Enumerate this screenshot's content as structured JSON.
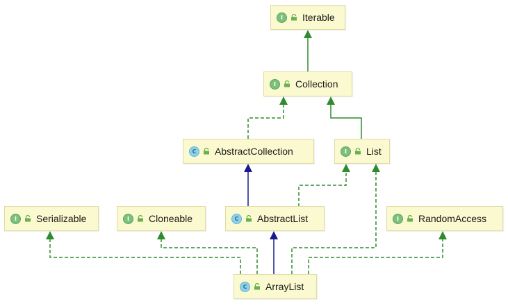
{
  "diagram": {
    "nodes": [
      {
        "id": "iterable",
        "label": "Iterable",
        "kind": "I",
        "kind_icon": "interface-icon"
      },
      {
        "id": "collection",
        "label": "Collection",
        "kind": "I",
        "kind_icon": "interface-icon"
      },
      {
        "id": "abstractcollection",
        "label": "AbstractCollection",
        "kind": "C",
        "kind_icon": "class-icon"
      },
      {
        "id": "list",
        "label": "List",
        "kind": "I",
        "kind_icon": "interface-icon"
      },
      {
        "id": "serializable",
        "label": "Serializable",
        "kind": "I",
        "kind_icon": "interface-icon"
      },
      {
        "id": "cloneable",
        "label": "Cloneable",
        "kind": "I",
        "kind_icon": "interface-icon"
      },
      {
        "id": "abstractlist",
        "label": "AbstractList",
        "kind": "C",
        "kind_icon": "class-icon"
      },
      {
        "id": "randomaccess",
        "label": "RandomAccess",
        "kind": "I",
        "kind_icon": "interface-icon"
      },
      {
        "id": "arraylist",
        "label": "ArrayList",
        "kind": "C",
        "kind_icon": "class-icon"
      }
    ],
    "edges": [
      {
        "from": "collection",
        "to": "iterable",
        "type": "extends-interface"
      },
      {
        "from": "abstractcollection",
        "to": "collection",
        "type": "implements"
      },
      {
        "from": "list",
        "to": "collection",
        "type": "extends-interface"
      },
      {
        "from": "abstractlist",
        "to": "abstractcollection",
        "type": "extends-class"
      },
      {
        "from": "abstractlist",
        "to": "list",
        "type": "implements"
      },
      {
        "from": "arraylist",
        "to": "abstractlist",
        "type": "extends-class"
      },
      {
        "from": "arraylist",
        "to": "list",
        "type": "implements"
      },
      {
        "from": "arraylist",
        "to": "serializable",
        "type": "implements"
      },
      {
        "from": "arraylist",
        "to": "cloneable",
        "type": "implements"
      },
      {
        "from": "arraylist",
        "to": "randomaccess",
        "type": "implements"
      }
    ],
    "colors": {
      "node_fill": "#fbf9cf",
      "node_border": "#e1dca2",
      "interface_edge": "#2e8b2e",
      "class_edge": "#1a1a8c",
      "interface_badge": "#7cc07c",
      "class_badge": "#8fd1e8",
      "lock_icon": "#6ab04c"
    }
  }
}
